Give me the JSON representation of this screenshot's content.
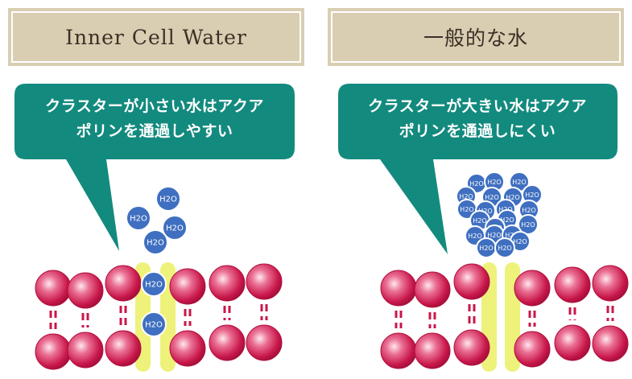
{
  "panels": {
    "left": {
      "header": "Inner Cell Water",
      "bubble_line1": "クラスターが小さい水はアクア",
      "bubble_line2": "ポリンを通過しやすい"
    },
    "right": {
      "header": "一般的な水",
      "bubble_line1": "クラスターが大きい水はアクア",
      "bubble_line2": "ポリンを通過しにくい"
    }
  },
  "molecule_label": "H2O",
  "colors": {
    "header_bg": "#d9ceb2",
    "bubble": "#138a7e",
    "membrane_sphere": "#c8174a",
    "water_molecule": "#3f6fc0",
    "channel": "#eef27a"
  }
}
